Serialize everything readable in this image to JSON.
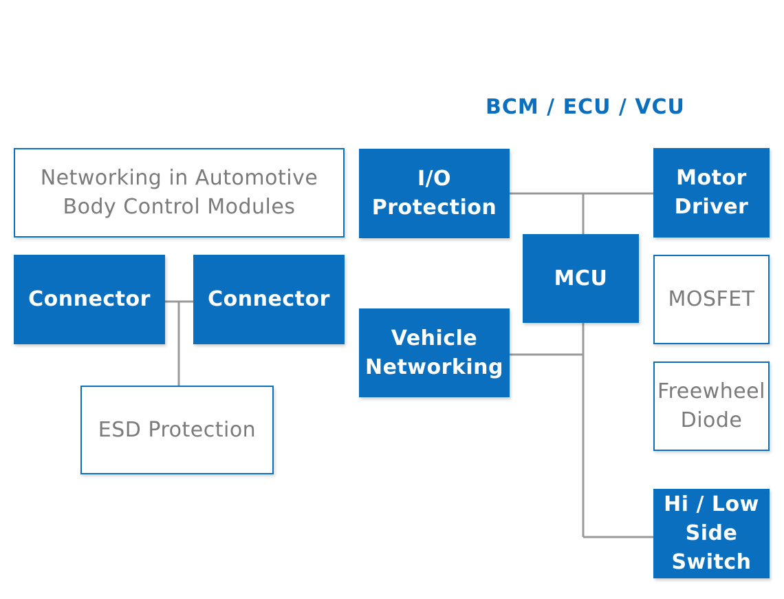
{
  "ecu_group_title": "BCM / ECU / VCU",
  "application_label": "Networking in Automotive\nBody Control Modules",
  "connector_left": "Connector",
  "connector_right": "Connector",
  "esd_protection": "ESD Protection",
  "io_protection": "I/O\nProtection",
  "vehicle_networking": "Vehicle\nNetworking",
  "mcu": "MCU",
  "motor_driver": "Motor\nDriver",
  "mosfet": "MOSFET",
  "freewheel_diode": "Freewheel\nDiode",
  "hi_low_side_switch": "Hi / Low\nSide\nSwitch",
  "colors": {
    "accent": "#0a6fbe",
    "line": "#999999",
    "muted_text": "#7a7a7a"
  }
}
